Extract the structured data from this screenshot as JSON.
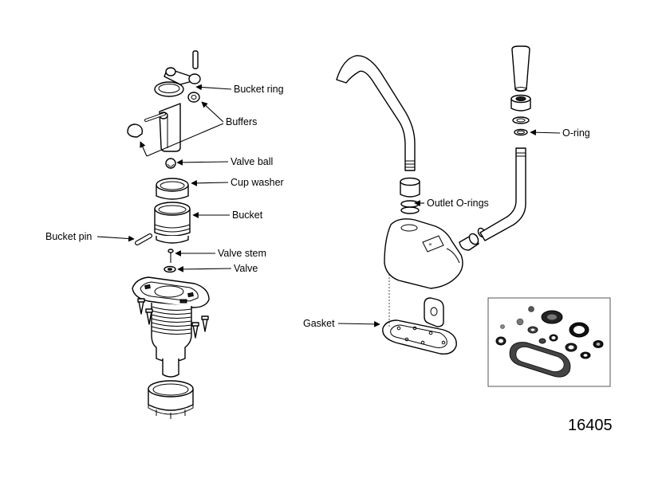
{
  "labels": {
    "bucket_ring": "Bucket ring",
    "buffers": "Buffers",
    "valve_ball": "Valve ball",
    "cup_washer": "Cup washer",
    "bucket": "Bucket",
    "bucket_pin": "Bucket pin",
    "valve_stem": "Valve stem",
    "valve": "Valve",
    "o_ring": "O-ring",
    "outlet_o_rings": "Outlet O-rings",
    "gasket": "Gasket"
  },
  "figure_number": "16405"
}
